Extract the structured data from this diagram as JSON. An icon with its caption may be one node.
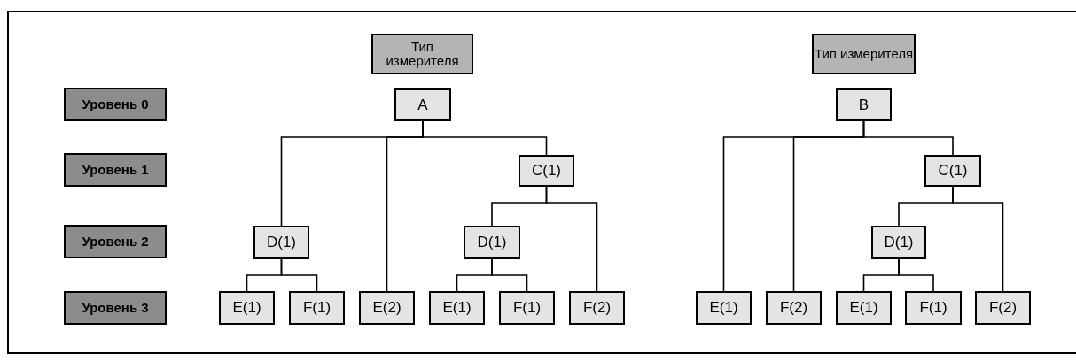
{
  "diagram": {
    "nodes": [
      {
        "text": [
          "Уровень 0"
        ]
      },
      {
        "text": [
          "Уровень 1"
        ]
      },
      {
        "text": [
          "Уровень 2"
        ]
      },
      {
        "text": [
          "Уровень 3"
        ]
      },
      {
        "text": [
          "Тип измерителя"
        ]
      },
      {
        "text": [
          "A"
        ]
      },
      {
        "text": [
          "C(1)"
        ]
      },
      {
        "text": [
          "D(1)"
        ]
      },
      {
        "text": [
          "D(1)"
        ]
      },
      {
        "text": [
          "E(1)"
        ]
      },
      {
        "text": [
          "F(1)"
        ]
      },
      {
        "text": [
          "E(2)"
        ]
      },
      {
        "text": [
          "E(1)"
        ]
      },
      {
        "text": [
          "F(1)"
        ]
      },
      {
        "text": [
          "F(2)"
        ]
      },
      {
        "text": [
          "Тип измерителя"
        ]
      },
      {
        "text": [
          "B"
        ]
      },
      {
        "text": [
          "C(1)"
        ]
      },
      {
        "text": [
          "D(1)"
        ]
      },
      {
        "text": [
          "E(1)"
        ]
      },
      {
        "text": [
          "F(2)"
        ]
      },
      {
        "text": [
          "E(1)"
        ]
      },
      {
        "text": [
          "F(1)"
        ]
      },
      {
        "text": [
          "F(2)"
        ]
      }
    ],
    "edges": [
      {
        "from": 5,
        "to": 7,
        "arrow": "none"
      },
      {
        "from": 5,
        "to": 11,
        "arrow": "none"
      },
      {
        "from": 5,
        "to": 6,
        "arrow": "none"
      },
      {
        "from": 6,
        "to": 8,
        "arrow": "none"
      },
      {
        "from": 6,
        "to": 14,
        "arrow": "none"
      },
      {
        "from": 7,
        "to": 9,
        "arrow": "none"
      },
      {
        "from": 7,
        "to": 10,
        "arrow": "none"
      },
      {
        "from": 8,
        "to": 12,
        "arrow": "none"
      },
      {
        "from": 8,
        "to": 13,
        "arrow": "none"
      },
      {
        "from": 16,
        "to": 19,
        "arrow": "none"
      },
      {
        "from": 16,
        "to": 20,
        "arrow": "none"
      },
      {
        "from": 16,
        "to": 17,
        "arrow": "none"
      },
      {
        "from": 17,
        "to": 18,
        "arrow": "none"
      },
      {
        "from": 17,
        "to": 23,
        "arrow": "none"
      },
      {
        "from": 18,
        "to": 21,
        "arrow": "none"
      },
      {
        "from": 18,
        "to": 22,
        "arrow": "none"
      }
    ]
  }
}
